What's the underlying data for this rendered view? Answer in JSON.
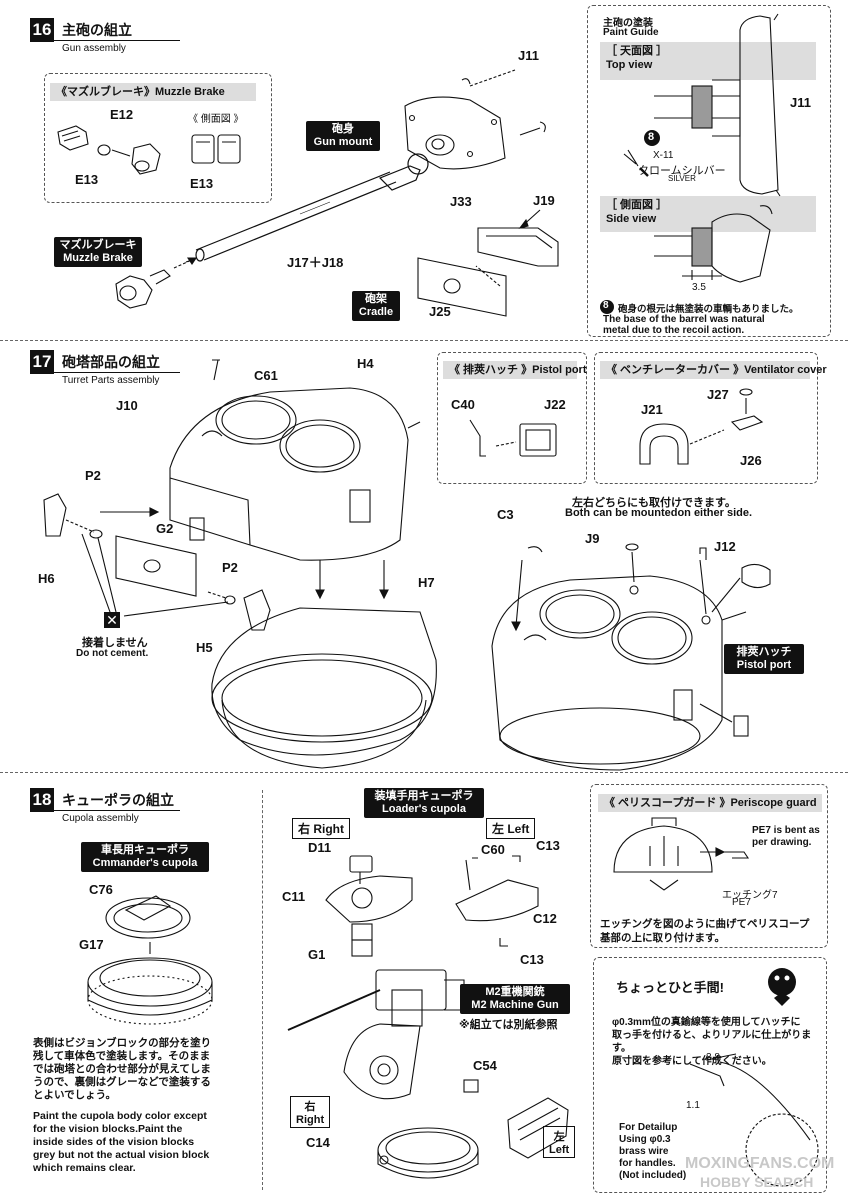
{
  "step16": {
    "num": "16",
    "title": "主砲の組立",
    "subtitle": "Gun assembly",
    "muzzle_box": {
      "heading": "《マズルブレーキ》Muzzle Brake",
      "side_view": "《 側面図 》"
    },
    "parts": {
      "e12": "E12",
      "e13a": "E13",
      "e13b": "E13",
      "j11": "J11",
      "j33": "J33",
      "j19": "J19",
      "j17j18": "J17＋J18",
      "j25": "J25"
    },
    "tags": {
      "gun_mount": [
        "砲身",
        "Gun mount"
      ],
      "muzzle": [
        "マズルブレーキ",
        "Muzzle Brake"
      ],
      "cradle": [
        "砲架",
        "Cradle"
      ]
    },
    "paint_guide": {
      "title": "主砲の塗装",
      "title_en": "Paint Guide",
      "top_view": "［ 天面図 ］",
      "top_view_en": "Top view",
      "side_view": "［ 側面図 ］",
      "side_view_en": "Side view",
      "j11": "J11",
      "paint_code": "X-11",
      "paint_name": "クロームシルバー",
      "paint_en": "SILVER",
      "paint_num": "8",
      "dim": "3.5",
      "note_jp": "砲身の根元は無塗装の車輌もありました。",
      "note_en_1": "The base of the barrel was natural",
      "note_en_2": "metal due to the recoil action."
    }
  },
  "step17": {
    "num": "17",
    "title": "砲塔部品の組立",
    "subtitle": "Turret Parts assembly",
    "parts": {
      "c61": "C61",
      "h4": "H4",
      "j10": "J10",
      "p2a": "P2",
      "g2": "G2",
      "h6": "H6",
      "p2b": "P2",
      "h5": "H5",
      "h7": "H7",
      "c3": "C3",
      "j9": "J9",
      "j12": "J12"
    },
    "donot": {
      "jp": "接着しません",
      "en": "Do not cement."
    },
    "pistol_box": {
      "heading": "《 排莢ハッチ 》Pistol port",
      "c40": "C40",
      "j22": "J22"
    },
    "vent_box": {
      "heading": "《 ベンチレーターカバー 》Ventilator cover",
      "j21": "J21",
      "j27": "J27",
      "j26": "J26"
    },
    "either_side": {
      "jp": "左右どちらにも取付けできます。",
      "en": "Both can be mountedon either side."
    },
    "pistol_tag": [
      "排莢ハッチ",
      "Pistol port"
    ]
  },
  "step18": {
    "num": "18",
    "title": "キューポラの組立",
    "subtitle": "Cupola assembly",
    "cmd_tag": [
      "車長用キューポラ",
      "Cmmander's cupola"
    ],
    "parts": {
      "c76": "C76",
      "g17": "G17",
      "d11": "D11",
      "c11": "C11",
      "g1": "G1",
      "c60": "C60",
      "c13a": "C13",
      "c12": "C12",
      "c13b": "C13",
      "c54": "C54",
      "c14": "C14"
    },
    "cupola_note_jp": [
      "表側はビジョンブロックの部分を塗り",
      "残して車体色で塗装します。そのまま",
      "では砲塔との合わせ部分が見えてしま",
      "うので、裏側はグレーなどで塗装する",
      "とよいでしょう。"
    ],
    "cupola_note_en": [
      "Paint the cupola body color except",
      "for the vision blocks.Paint the",
      "inside sides of the vision blocks",
      "grey but not the actual vision block",
      "which remains clear."
    ],
    "loader_tag": [
      "装填手用キューポラ",
      "Loader's cupola"
    ],
    "right": "右 Right",
    "left": "左 Left",
    "m2_tag": [
      "M2重機関銃",
      "M2 Machine Gun"
    ],
    "m2_note": "※組立ては別紙参照",
    "right_box": [
      "右",
      "Right"
    ],
    "left_box": [
      "左",
      "Left"
    ],
    "periscope_box": {
      "heading": "《 ペリスコープガード 》Periscope guard",
      "pe7_note_1": "PE7 is bent as",
      "pe7_note_2": "per drawing.",
      "etch": "エッチング7",
      "pe7": "PE7",
      "note_jp_1": "エッチングを図のように曲げてペリスコープ",
      "note_jp_2": "基部の上に取り付けます。"
    },
    "detail_box": {
      "title": "ちょっとひと手間!",
      "jp": [
        "φ0.3mm位の真鍮線等を使用してハッチに",
        "取っ手を付けると、よりリアルに仕上がります。",
        "原寸図を参考にして作成ください。"
      ],
      "dim1": "3.8",
      "dim2": "1.1",
      "en": [
        "For Detailup",
        "Using φ0.3",
        "brass wire",
        "for handles.",
        "(Not included)"
      ]
    }
  },
  "watermark": {
    "line1": "MOXINGFANS.COM",
    "line2": "HOBBY SEARCH"
  }
}
